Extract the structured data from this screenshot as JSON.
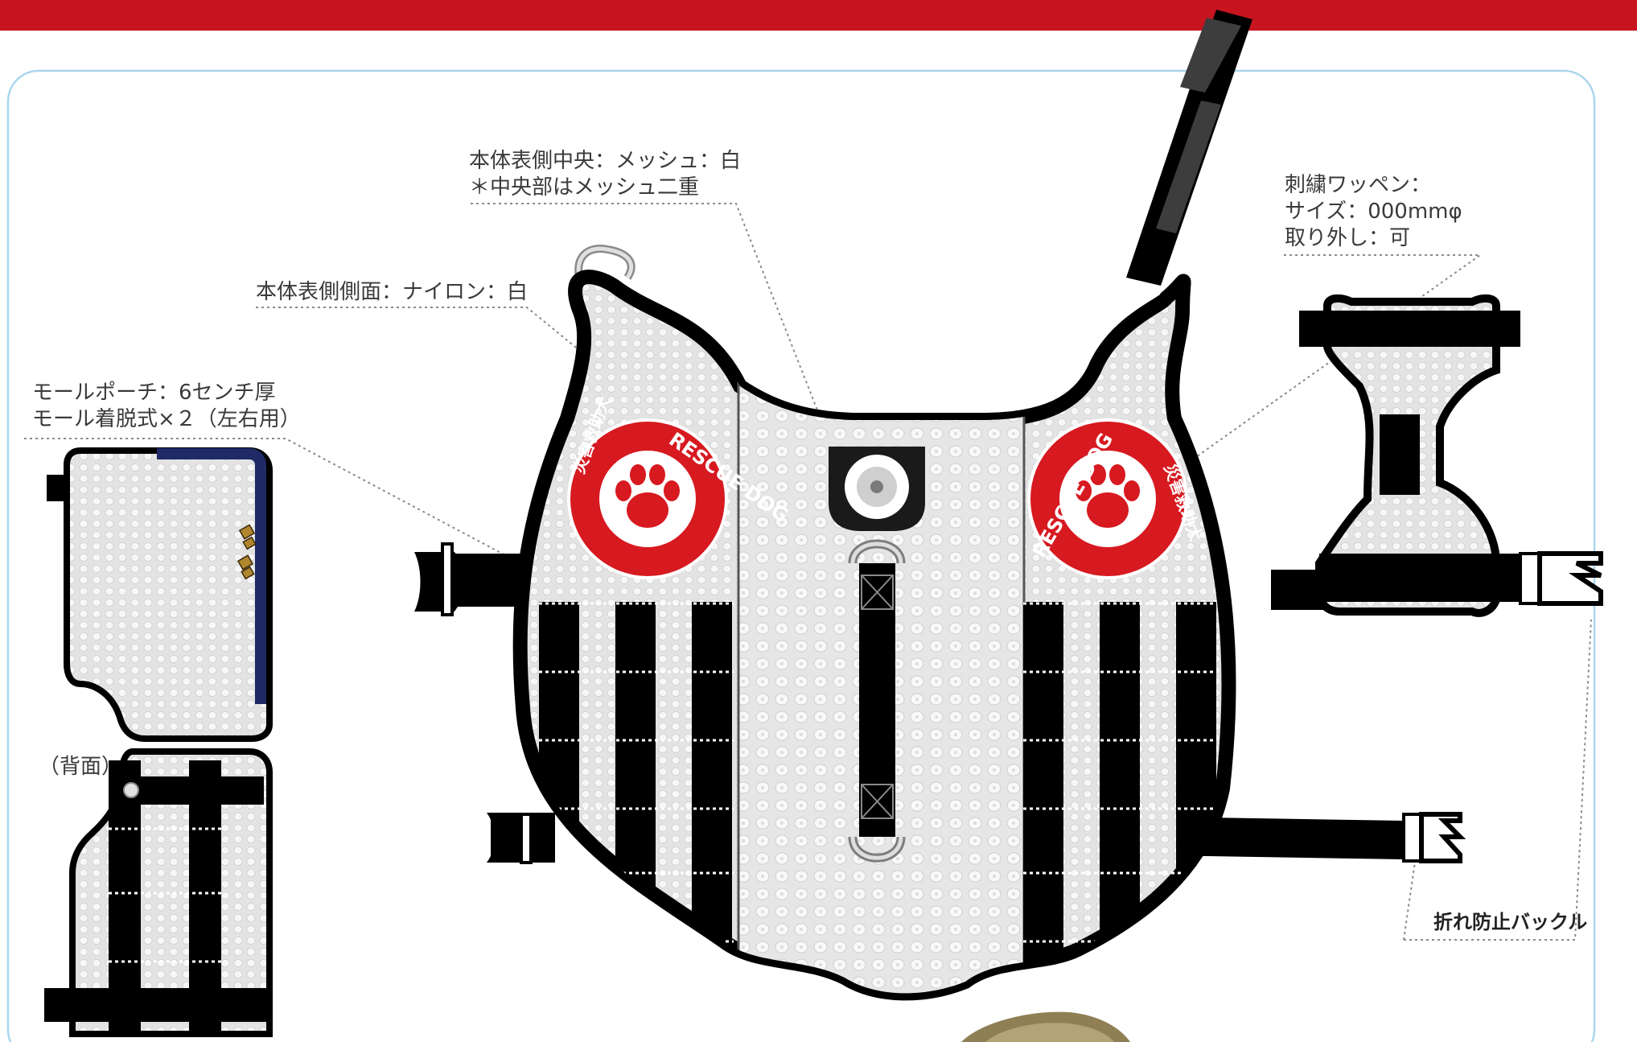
{
  "colors": {
    "brand_red": "#c8141f",
    "frame_blue": "#a9d6ee",
    "mesh_fill": "#e2e2e2",
    "outline": "#000000",
    "patch_red": "#d71920",
    "navy_zip": "#1f2a66"
  },
  "labels": {
    "mesh_center": [
      "本体表側中央：メッシュ：白",
      "＊中央部はメッシュ二重"
    ],
    "side_nylon": "本体表側側面：ナイロン：白",
    "molle_pouch": [
      "モールポーチ：6センチ厚",
      "モール着脱式×２（左右用）"
    ],
    "patch": [
      "刺繍ワッペン：",
      "サイズ：000mmφ",
      "取り外し：可"
    ],
    "back_view": "（背面）",
    "buckle": "折れ防止バックル"
  },
  "patch": {
    "arc_text": "RESCUE DOG",
    "side_text": "災害救助犬",
    "icon": "paw-print-icon"
  }
}
